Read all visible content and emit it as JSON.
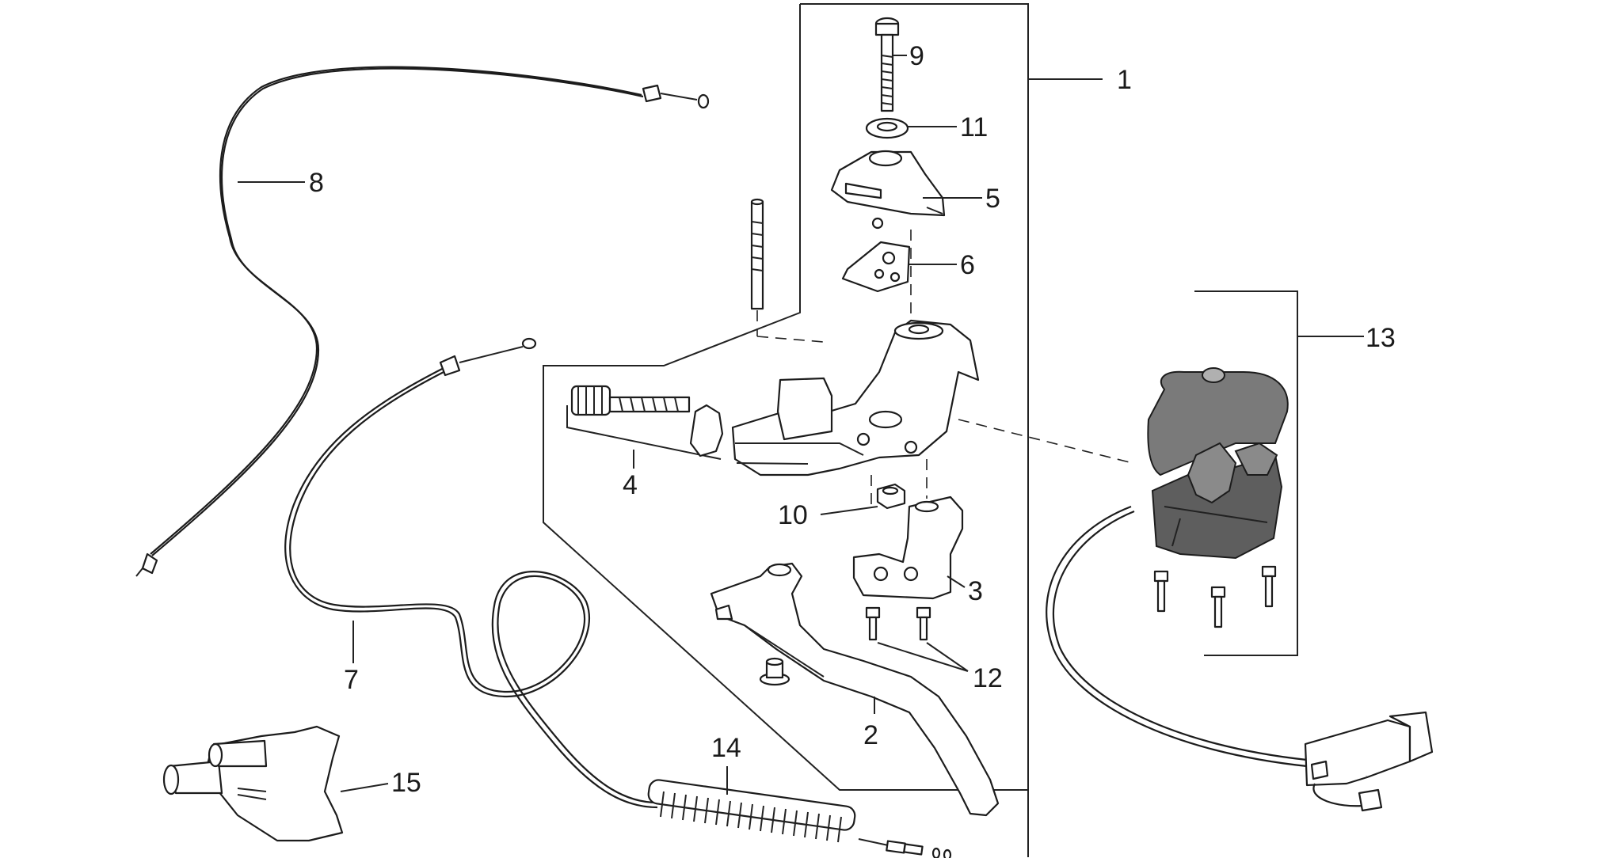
{
  "callouts": [
    "1",
    "2",
    "3",
    "4",
    "5",
    "6",
    "7",
    "8",
    "9",
    "10",
    "11",
    "12",
    "13",
    "14",
    "15"
  ],
  "colors": {
    "line": "#1c1c1c",
    "switch_body": "#7a7a7a",
    "switch_shadow": "#5a5a5a",
    "background": "#ffffff"
  }
}
